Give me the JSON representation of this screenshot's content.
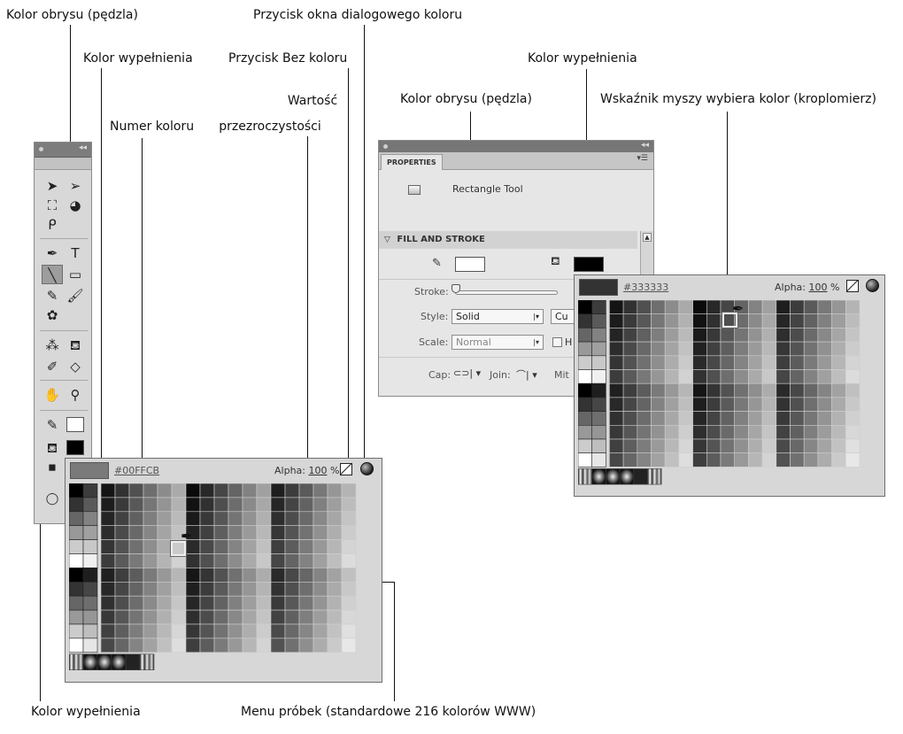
{
  "annotations": {
    "stroke_color_left": "Kolor obrysu (pędzla)",
    "fill_color_left": "Kolor wypełnienia",
    "color_number": "Numer koloru",
    "alpha_value_line1": "Wartość",
    "alpha_value_line2": "przezroczystości",
    "no_color_button": "Przycisk Bez koloru",
    "color_dialog_button": "Przycisk okna dialogowego koloru",
    "fill_color_bottom": "Kolor wypełnienia",
    "swatches_menu": "Menu próbek (standardowe 216 kolorów WWW)",
    "stroke_color_right": "Kolor obrysu (pędzla)",
    "fill_color_right": "Kolor wypełnienia",
    "eyedropper_pointer": "Wskaźnik myszy wybiera kolor (kroplomierz)"
  },
  "tools_panel": {
    "chevron": "◂◂",
    "tools": [
      {
        "name": "selection-tool",
        "glyph": "➤"
      },
      {
        "name": "subselection-tool",
        "glyph": "➢"
      },
      {
        "name": "free-transform-tool",
        "glyph": "⛶"
      },
      {
        "name": "3d-rotation-tool",
        "glyph": "◕"
      },
      {
        "name": "lasso-tool",
        "glyph": "ᑭ"
      },
      {
        "name": "pen-tool",
        "glyph": "✒"
      },
      {
        "name": "text-tool",
        "glyph": "T"
      },
      {
        "name": "line-tool",
        "glyph": "╲"
      },
      {
        "name": "rectangle-tool",
        "glyph": "▭"
      },
      {
        "name": "pencil-tool",
        "glyph": "✎"
      },
      {
        "name": "brush-tool",
        "glyph": "🖌"
      },
      {
        "name": "deco-tool",
        "glyph": "✿"
      },
      {
        "name": "bone-tool",
        "glyph": "⁂"
      },
      {
        "name": "paint-bucket-tool",
        "glyph": "⛾"
      },
      {
        "name": "eyedropper-tool",
        "glyph": "✐"
      },
      {
        "name": "eraser-tool",
        "glyph": "◇"
      },
      {
        "name": "hand-tool",
        "glyph": "✋"
      },
      {
        "name": "zoom-tool",
        "glyph": "⚲"
      }
    ]
  },
  "properties_panel": {
    "chevron": "◂◂",
    "tab": "PROPERTIES",
    "menu_icon": "▾☰",
    "tool_name": "Rectangle Tool",
    "section": "FILL AND STROKE",
    "stroke_label": "Stroke:",
    "style_label": "Style:",
    "style_value": "Solid",
    "custom_partial": "Cu",
    "scale_label": "Scale:",
    "scale_value": "Normal",
    "hinting_partial": "H",
    "cap_label": "Cap:",
    "join_label": "Join:",
    "miter_partial": "Mit"
  },
  "popup_left": {
    "hex": "#00FFCB",
    "alpha_label": "Alpha:",
    "alpha_value": "100",
    "alpha_unit": "%",
    "preview_color": "#7a7a7a"
  },
  "popup_right": {
    "hex": "#333333",
    "alpha_label": "Alpha:",
    "alpha_value": "100",
    "alpha_unit": "%",
    "preview_color": "#333333"
  }
}
